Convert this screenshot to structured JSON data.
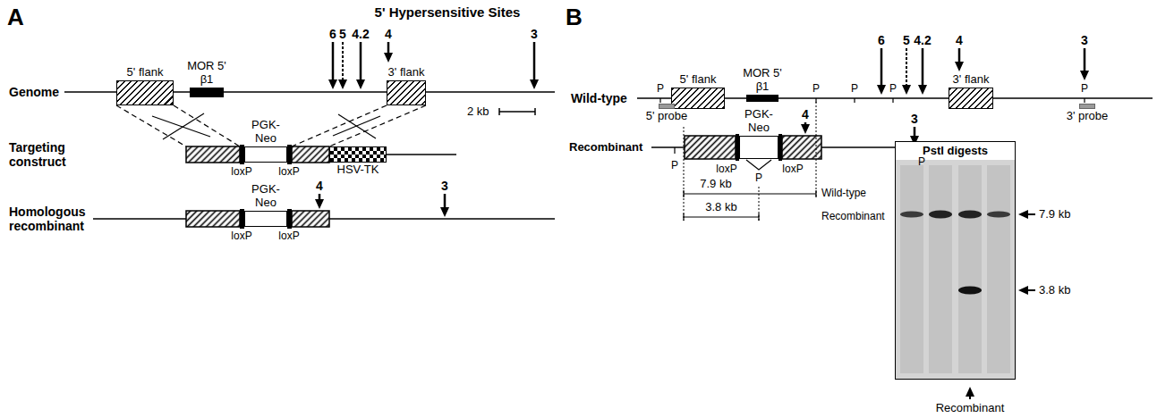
{
  "diagram": {
    "nodes": [
      {
        "text": [
          "5' flank"
        ]
      },
      {
        "text": [
          "MOR 5' β1"
        ]
      },
      {
        "text": [
          "3' flank"
        ]
      },
      {
        "text": [
          "PGK-Neo"
        ]
      },
      {
        "text": [
          "HSV-TK"
        ]
      },
      {
        "text": [
          "PGK-Neo"
        ]
      },
      {
        "text": [
          "5' flank"
        ]
      },
      {
        "text": [
          "MOR 5' β1"
        ]
      },
      {
        "text": [
          "3' flank"
        ]
      },
      {
        "text": [
          "5' probe"
        ]
      },
      {
        "text": [
          "3' probe"
        ]
      },
      {
        "text": [
          "PGK-Neo"
        ]
      },
      {
        "text": [
          "PstI digests"
        ]
      }
    ],
    "labels": [
      "A",
      "5' Hypersensitive Sites",
      "6",
      "5",
      "4.2",
      "4",
      "3",
      "Genome",
      "2 kb",
      "Targeting construct",
      "loxP",
      "loxP",
      "Homologous recombinant",
      "4",
      "3",
      "loxP",
      "loxP",
      "B",
      "6",
      "5",
      "4.2",
      "4",
      "3",
      "Wild-type",
      "P",
      "P",
      "P",
      "P",
      "P",
      "Recombinant",
      "4",
      "3",
      "P",
      "P",
      "P",
      "loxP",
      "loxP",
      "7.9 kb",
      "Wild-type",
      "3.8 kb",
      "Recombinant",
      "7.9 kb",
      "3.8 kb",
      "Recombinant"
    ]
  }
}
